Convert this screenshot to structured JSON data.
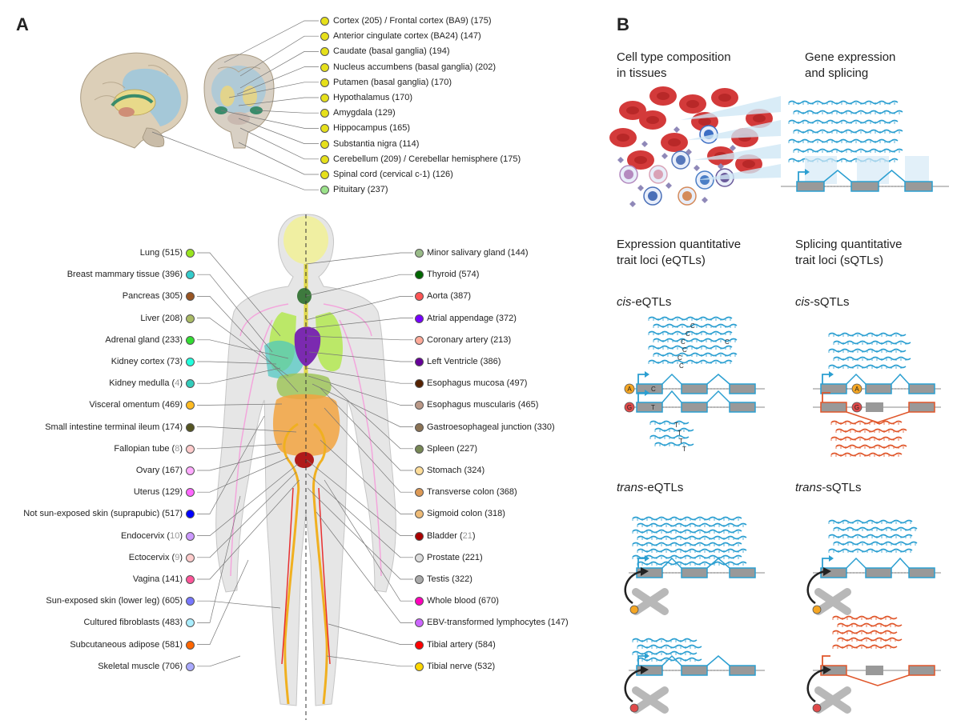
{
  "panels": {
    "a": "A",
    "b": "B"
  },
  "brain_regions": [
    {
      "label": "Cortex",
      "n": "205",
      "label2": " / Frontal cortex (BA9)",
      "n2": "175",
      "color": "#e6e01a",
      "gray": false
    },
    {
      "label": "Anterior cingulate cortex (BA24)",
      "n": "147",
      "color": "#e6e01a",
      "gray": false
    },
    {
      "label": "Caudate (basal ganglia)",
      "n": "194",
      "color": "#e6e01a",
      "gray": false
    },
    {
      "label": "Nucleus accumbens (basal ganglia)",
      "n": "202",
      "color": "#e6e01a",
      "gray": false
    },
    {
      "label": "Putamen (basal ganglia)",
      "n": "170",
      "color": "#e6e01a",
      "gray": false
    },
    {
      "label": "Hypothalamus",
      "n": "170",
      "color": "#e6e01a",
      "gray": false
    },
    {
      "label": "Amygdala",
      "n": "129",
      "color": "#e6e01a",
      "gray": false
    },
    {
      "label": "Hippocampus",
      "n": "165",
      "color": "#e6e01a",
      "gray": false
    },
    {
      "label": "Substantia nigra",
      "n": "114",
      "color": "#e6e01a",
      "gray": false
    },
    {
      "label": "Cerebellum",
      "n": "209",
      "label2": " / Cerebellar hemisphere",
      "n2": "175",
      "color": "#e6e01a",
      "gray": false
    },
    {
      "label": "Spinal cord (cervical c-1)",
      "n": "126",
      "color": "#e6e01a",
      "gray": false
    },
    {
      "label": "Pituitary",
      "n": "237",
      "color": "#9be28a",
      "gray": false
    }
  ],
  "left_tissues": [
    {
      "label": "Lung",
      "n": "515",
      "color": "#99e51f",
      "gray": false
    },
    {
      "label": "Breast mammary tissue",
      "n": "396",
      "color": "#33cccc",
      "gray": false
    },
    {
      "label": "Pancreas",
      "n": "305",
      "color": "#995522",
      "gray": false
    },
    {
      "label": "Liver",
      "n": "208",
      "color": "#aabb66",
      "gray": false
    },
    {
      "label": "Adrenal gland",
      "n": "233",
      "color": "#33dd33",
      "gray": false
    },
    {
      "label": "Kidney cortex",
      "n": "73",
      "color": "#22ffdd",
      "gray": false
    },
    {
      "label": "Kidney medulla",
      "n": "4",
      "color": "#33ccbb",
      "gray": true
    },
    {
      "label": "Visceral omentum",
      "n": "469",
      "color": "#ffbb22",
      "gray": false
    },
    {
      "label": "Small intestine terminal ileum",
      "n": "174",
      "color": "#555522",
      "gray": false
    },
    {
      "label": "Fallopian tube",
      "n": "8",
      "color": "#ffcccc",
      "gray": true
    },
    {
      "label": "Ovary",
      "n": "167",
      "color": "#ffaaff",
      "gray": false
    },
    {
      "label": "Uterus",
      "n": "129",
      "color": "#ff66ff",
      "gray": false
    },
    {
      "label": "Not sun-exposed skin (suprapubic)",
      "n": "517",
      "color": "#0000ff",
      "gray": false
    },
    {
      "label": "Endocervix",
      "n": "10",
      "color": "#cc99ff",
      "gray": true
    },
    {
      "label": "Ectocervix",
      "n": "9",
      "color": "#ffcccc",
      "gray": true
    },
    {
      "label": "Vagina",
      "n": "141",
      "color": "#ff5599",
      "gray": false
    },
    {
      "label": "Sun-exposed skin (lower leg)",
      "n": "605",
      "color": "#7777ff",
      "gray": false
    },
    {
      "label": "Cultured fibroblasts",
      "n": "483",
      "color": "#aaeeff",
      "gray": false
    },
    {
      "label": "Subcutaneous adipose",
      "n": "581",
      "color": "#ff6600",
      "gray": false
    },
    {
      "label": "Skeletal muscle",
      "n": "706",
      "color": "#aaaaff",
      "gray": false
    }
  ],
  "right_tissues": [
    {
      "label": "Minor salivary gland",
      "n": "144",
      "color": "#99bb88",
      "gray": false
    },
    {
      "label": "Thyroid",
      "n": "574",
      "color": "#006600",
      "gray": false
    },
    {
      "label": "Aorta",
      "n": "387",
      "color": "#ff5555",
      "gray": false
    },
    {
      "label": "Atrial appendage",
      "n": "372",
      "color": "#7700ff",
      "gray": false
    },
    {
      "label": "Coronary artery",
      "n": "213",
      "color": "#ffaa99",
      "gray": false
    },
    {
      "label": "Left Ventricle",
      "n": "386",
      "color": "#660099",
      "gray": false
    },
    {
      "label": "Esophagus mucosa",
      "n": "497",
      "color": "#552200",
      "gray": false
    },
    {
      "label": "Esophagus muscularis",
      "n": "465",
      "color": "#bb9988",
      "gray": false
    },
    {
      "label": "Gastroesophageal junction",
      "n": "330",
      "color": "#8b7355",
      "gray": false
    },
    {
      "label": "Spleen",
      "n": "227",
      "color": "#778855",
      "gray": false
    },
    {
      "label": "Stomach",
      "n": "324",
      "color": "#ffdd99",
      "gray": false
    },
    {
      "label": "Transverse colon",
      "n": "368",
      "color": "#dd9955",
      "gray": false
    },
    {
      "label": "Sigmoid colon",
      "n": "318",
      "color": "#eebb77",
      "gray": false
    },
    {
      "label": "Bladder",
      "n": "21",
      "color": "#aa0000",
      "gray": true
    },
    {
      "label": "Prostate",
      "n": "221",
      "color": "#dddddd",
      "gray": false
    },
    {
      "label": "Testis",
      "n": "322",
      "color": "#aaaaaa",
      "gray": false
    },
    {
      "label": "Whole blood",
      "n": "670",
      "color": "#ff00bb",
      "gray": false
    },
    {
      "label": "EBV-transformed lymphocytes",
      "n": "147",
      "color": "#cc66ff",
      "gray": false
    },
    {
      "label": "Tibial artery",
      "n": "584",
      "color": "#ff0000",
      "gray": false
    },
    {
      "label": "Tibial nerve",
      "n": "532",
      "color": "#ffd700",
      "gray": false
    }
  ],
  "panel_b": {
    "cell_type_heading": [
      "Cell type composition",
      "in tissues"
    ],
    "gene_expr_heading": [
      "Gene expression",
      "and splicing"
    ],
    "eqtl_heading": [
      "Expression quantitative",
      "trait loci (eQTLs)"
    ],
    "sqtl_heading": [
      "Splicing quantitative",
      "trait loci (sQTLs)"
    ],
    "cis_eqtl": {
      "prefix": "cis",
      "suffix": "-eQTLs"
    },
    "cis_sqtl": {
      "prefix": "cis",
      "suffix": "-sQTLs"
    },
    "trans_eqtl": {
      "prefix": "trans",
      "suffix": "-eQTLs"
    },
    "trans_sqtl": {
      "prefix": "trans",
      "suffix": "-sQTLs"
    },
    "allele_a": "A",
    "allele_g": "G",
    "base_c": "C",
    "base_t": "T",
    "colors": {
      "expression": "#2b9fd1",
      "alternate": "#e0562a",
      "exon": "#999999",
      "allele_a": "#f5a623",
      "allele_g": "#e04a4a"
    }
  }
}
